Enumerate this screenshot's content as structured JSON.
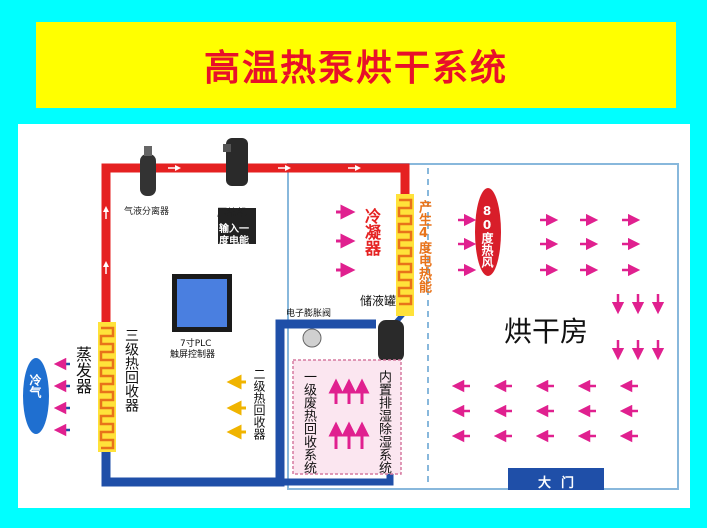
{
  "title": "高温热泵烘干系统",
  "labels": {
    "separator": "气液分离器",
    "compressor": "压缩机",
    "power_input": "输入一",
    "power_unit": "度电能",
    "condenser": "冷凝器",
    "heat_output": "产生4度电热能",
    "hot_air": "80度热风",
    "dryer": "烘干房",
    "receiver": "储液罐",
    "expansion_valve": "电子膨胀阀",
    "plc_line1": "7寸PLC",
    "plc_line2": "触屏控制器",
    "evaporator": "蒸发器",
    "cold_air": "冷气",
    "stage3": "三级热回收器",
    "stage2": "二级热回收器",
    "stage1": "一级废热回收系统",
    "dehumidify": "内置排湿除湿系统",
    "gate": "大门"
  },
  "colors": {
    "title_bg": "#ffff00",
    "title_text": "#e8102a",
    "hot_pipe": "#e52121",
    "cold_pipe": "#1f4fa8",
    "arrow_hot": "#e0208f",
    "arrow_warm": "#f0b400",
    "accent_orange": "#e8731a"
  }
}
